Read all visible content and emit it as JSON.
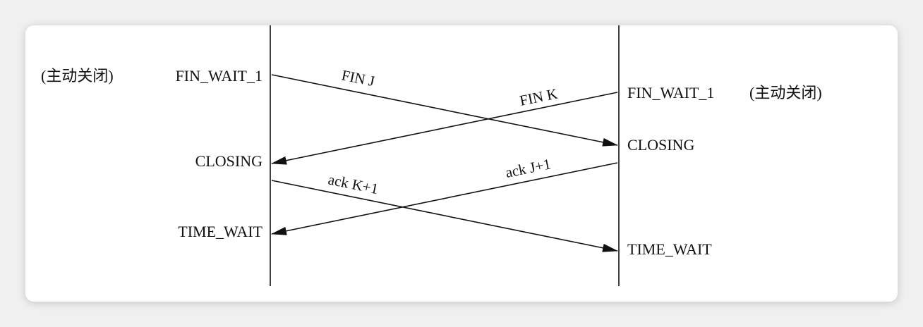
{
  "left_states": {
    "active_close": "(主动关闭)",
    "fin_wait_1": "FIN_WAIT_1",
    "closing": "CLOSING",
    "time_wait": "TIME_WAIT"
  },
  "right_states": {
    "fin_wait_1": "FIN_WAIT_1",
    "active_close": "(主动关闭)",
    "closing": "CLOSING",
    "time_wait": "TIME_WAIT"
  },
  "messages": {
    "fin_j": "FIN J",
    "fin_k": "FIN K",
    "ack_k1": "ack K+1",
    "ack_j1": "ack J+1"
  }
}
